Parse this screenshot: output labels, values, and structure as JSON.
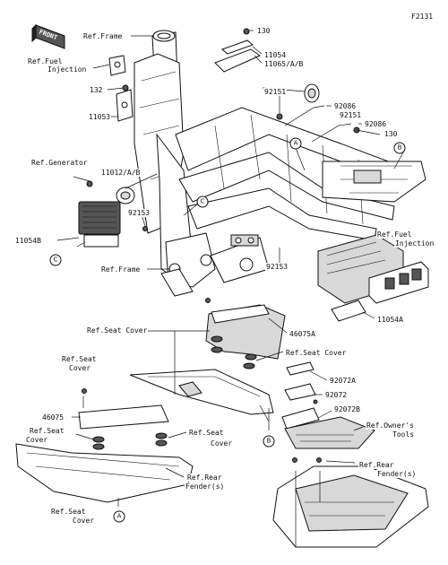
{
  "figure_code": "F2131",
  "front_marker": "FRONT",
  "labels": {
    "ref_frame_top": "Ref.Frame",
    "ref_fuel_injection_left_1": "Ref.Fuel",
    "ref_fuel_injection_left_2": "Injection",
    "p130_top": "130",
    "p11054_top": "11054",
    "p11065": "11065/A/B",
    "p132": "132",
    "p11053": "11053",
    "p92151_a": "92151",
    "p92086_a": "92086",
    "p92151_b": "92151",
    "p92086_b": "92086",
    "p130_mid": "130",
    "ref_generator": "Ref.Generator",
    "p11012": "11012/A/B",
    "p92153_left": "92153",
    "p11054b": "11054B",
    "ref_frame_bottom": "Ref.Frame",
    "p92153_right": "92153",
    "ref_fuel_injection_right_1": "Ref.Fuel",
    "ref_fuel_injection_right_2": "Injection",
    "p11054a": "11054A",
    "ref_seat_cover_a": "Ref.Seat Cover",
    "p46075a": "46075A",
    "ref_seat_cover_b": "Ref.Seat Cover",
    "ref_seat_cover_c_1": "Ref.Seat",
    "ref_seat_cover_c_2": "Cover",
    "p92072a": "92072A",
    "p92072": "92072",
    "p92072b": "92072B",
    "p46075": "46075",
    "ref_owners_tools_1": "Ref.Owner's",
    "ref_owners_tools_2": "Tools",
    "ref_seat_cover_d_1": "Ref.Seat",
    "ref_seat_cover_d_2": "Cover",
    "ref_seat_cover_e_1": "Ref.Seat",
    "ref_seat_cover_e_2": "Cover",
    "ref_rear_fender_left_1": "Ref.Rear",
    "ref_rear_fender_left_2": "Fender(s)",
    "ref_rear_fender_right_1": "Ref.Rear",
    "ref_rear_fender_right_2": "Fender(s)",
    "ref_seat_cover_f_1": "Ref.Seat",
    "ref_seat_cover_f_2": "Cover"
  },
  "callouts": {
    "a": "A",
    "b": "B",
    "c": "C"
  }
}
